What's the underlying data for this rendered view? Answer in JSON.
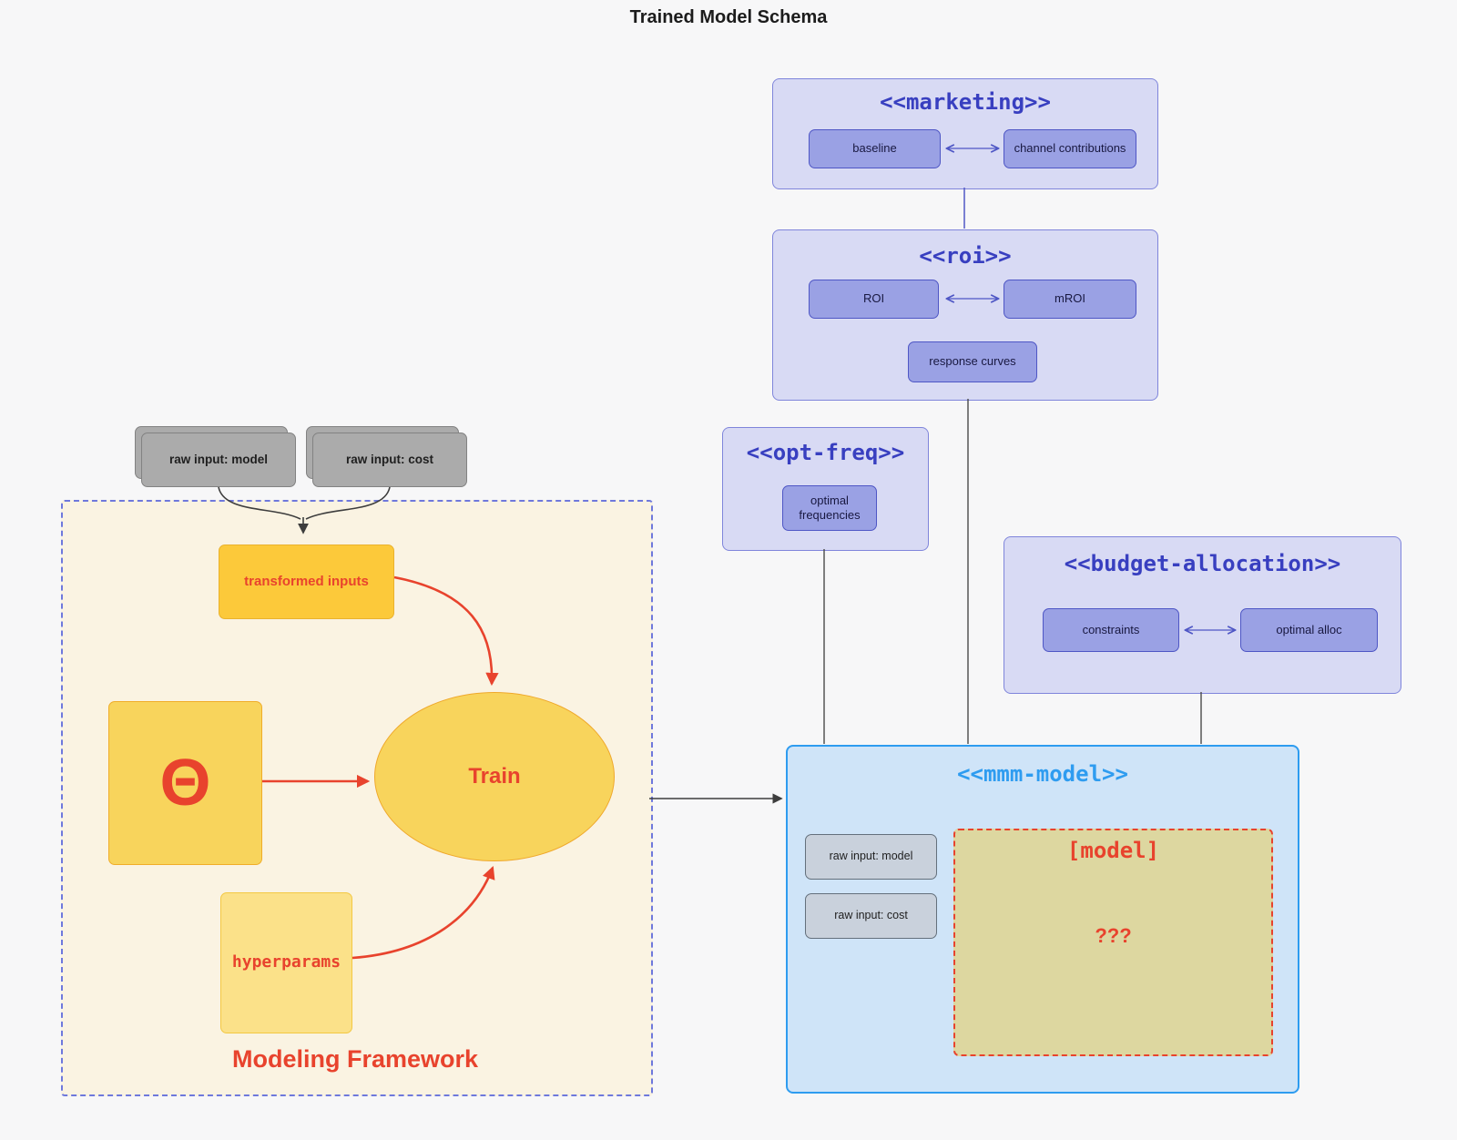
{
  "title": "Trained Model Schema",
  "palette": {
    "background": "#f7f7f8",
    "purple_fill": "#d8daf4",
    "purple_border": "#7f85db",
    "purple_title": "#383fc0",
    "purple_node_fill": "#9aa1e4",
    "purple_node_border": "#4e56c5",
    "blue_fill": "#cfe4f8",
    "blue_accent": "#2e9cf0",
    "khaki_fill": "#ddd7a0",
    "red_accent": "#e8432d",
    "cream_fill": "#faf3e2",
    "gold_fill": "#f8d45c",
    "gray_fill": "#ababab"
  },
  "marketing": {
    "title": "<<marketing>>",
    "baseline": "baseline",
    "channel": "channel contributions"
  },
  "roi": {
    "title": "<<roi>>",
    "roi": "ROI",
    "mroi": "mROI",
    "response": "response curves"
  },
  "opt_freq": {
    "title": "<<opt-freq>>",
    "optimal": "optimal frequencies"
  },
  "budget": {
    "title": "<<budget-allocation>>",
    "constraints": "constraints",
    "optimal_alloc": "optimal alloc"
  },
  "mmm": {
    "title": "<<mmm-model>>",
    "raw_model": "raw input: model",
    "raw_cost": "raw input: cost",
    "model_label": "[model]",
    "unknown": "???"
  },
  "framework": {
    "label": "Modeling Framework",
    "transformed": "transformed inputs",
    "theta": "Θ",
    "train": "Train",
    "hyperparams": "hyperparams"
  },
  "raw_inputs": {
    "model": "raw input: model",
    "cost": "raw input: cost"
  }
}
